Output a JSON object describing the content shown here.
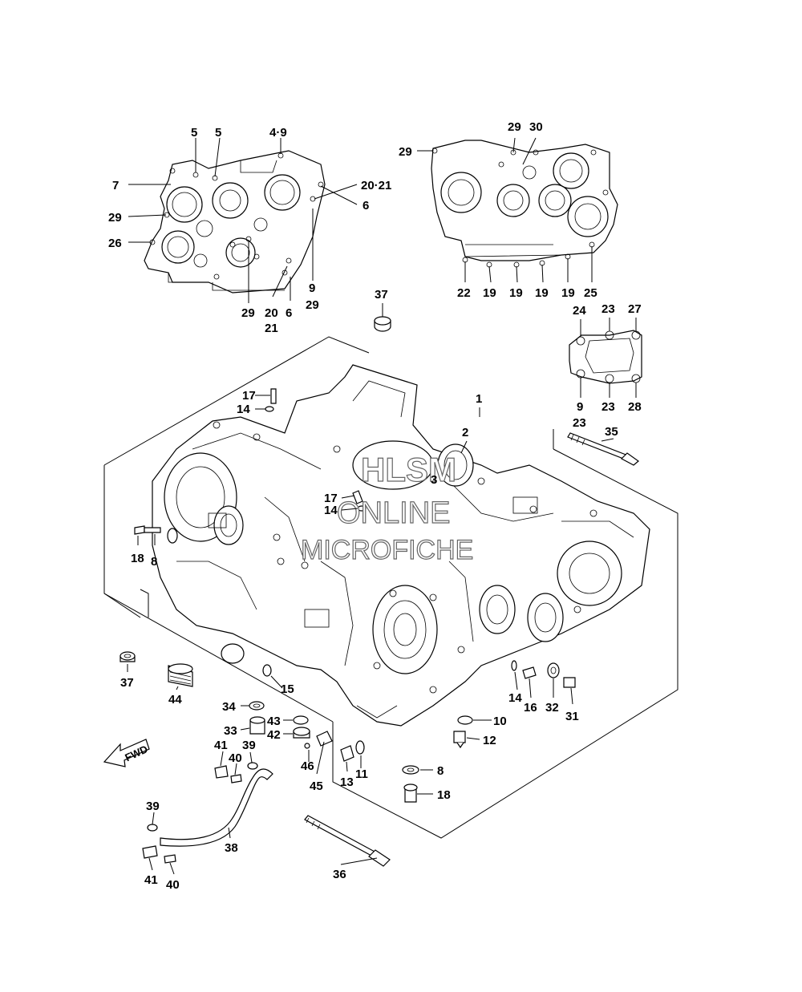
{
  "watermark": {
    "line1": "HLSM",
    "line2": "ONLINE",
    "line3": "MICROFICHE"
  },
  "fwd_label": "FWD",
  "callouts": {
    "c1": "1",
    "c2": "2",
    "c3": "3",
    "c4_9": "4·9",
    "c5a": "5",
    "c5b": "5",
    "c6a": "6",
    "c6b": "6",
    "c7": "7",
    "c8a": "8",
    "c8b": "8",
    "c9a": "9",
    "c29a": "29",
    "c9b": "9",
    "c23a": "23",
    "c10": "10",
    "c11": "11",
    "c12": "12",
    "c13": "13",
    "c14a": "14",
    "c14b": "14",
    "c14c": "14",
    "c15": "15",
    "c16": "16",
    "c17a": "17",
    "c17b": "17",
    "c18a": "18",
    "c18b": "18",
    "c19a": "19",
    "c19b": "19",
    "c19c": "19",
    "c19d": "19",
    "c20_21a": "20·21",
    "c20": "20",
    "c21": "21",
    "c22": "22",
    "c23b": "23",
    "c23c": "23",
    "c24": "24",
    "c25": "25",
    "c26": "26",
    "c27": "27",
    "c28": "28",
    "c29b": "29",
    "c29c": "29",
    "c29d": "29",
    "c29e": "29",
    "c30": "30",
    "c31": "31",
    "c32": "32",
    "c33": "33",
    "c34": "34",
    "c35": "35",
    "c36": "36",
    "c37a": "37",
    "c37b": "37",
    "c38": "38",
    "c39a": "39",
    "c39b": "39",
    "c40a": "40",
    "c40b": "40",
    "c41a": "41",
    "c41b": "41",
    "c42": "42",
    "c43": "43",
    "c44": "44",
    "c45": "45",
    "c46": "46"
  }
}
